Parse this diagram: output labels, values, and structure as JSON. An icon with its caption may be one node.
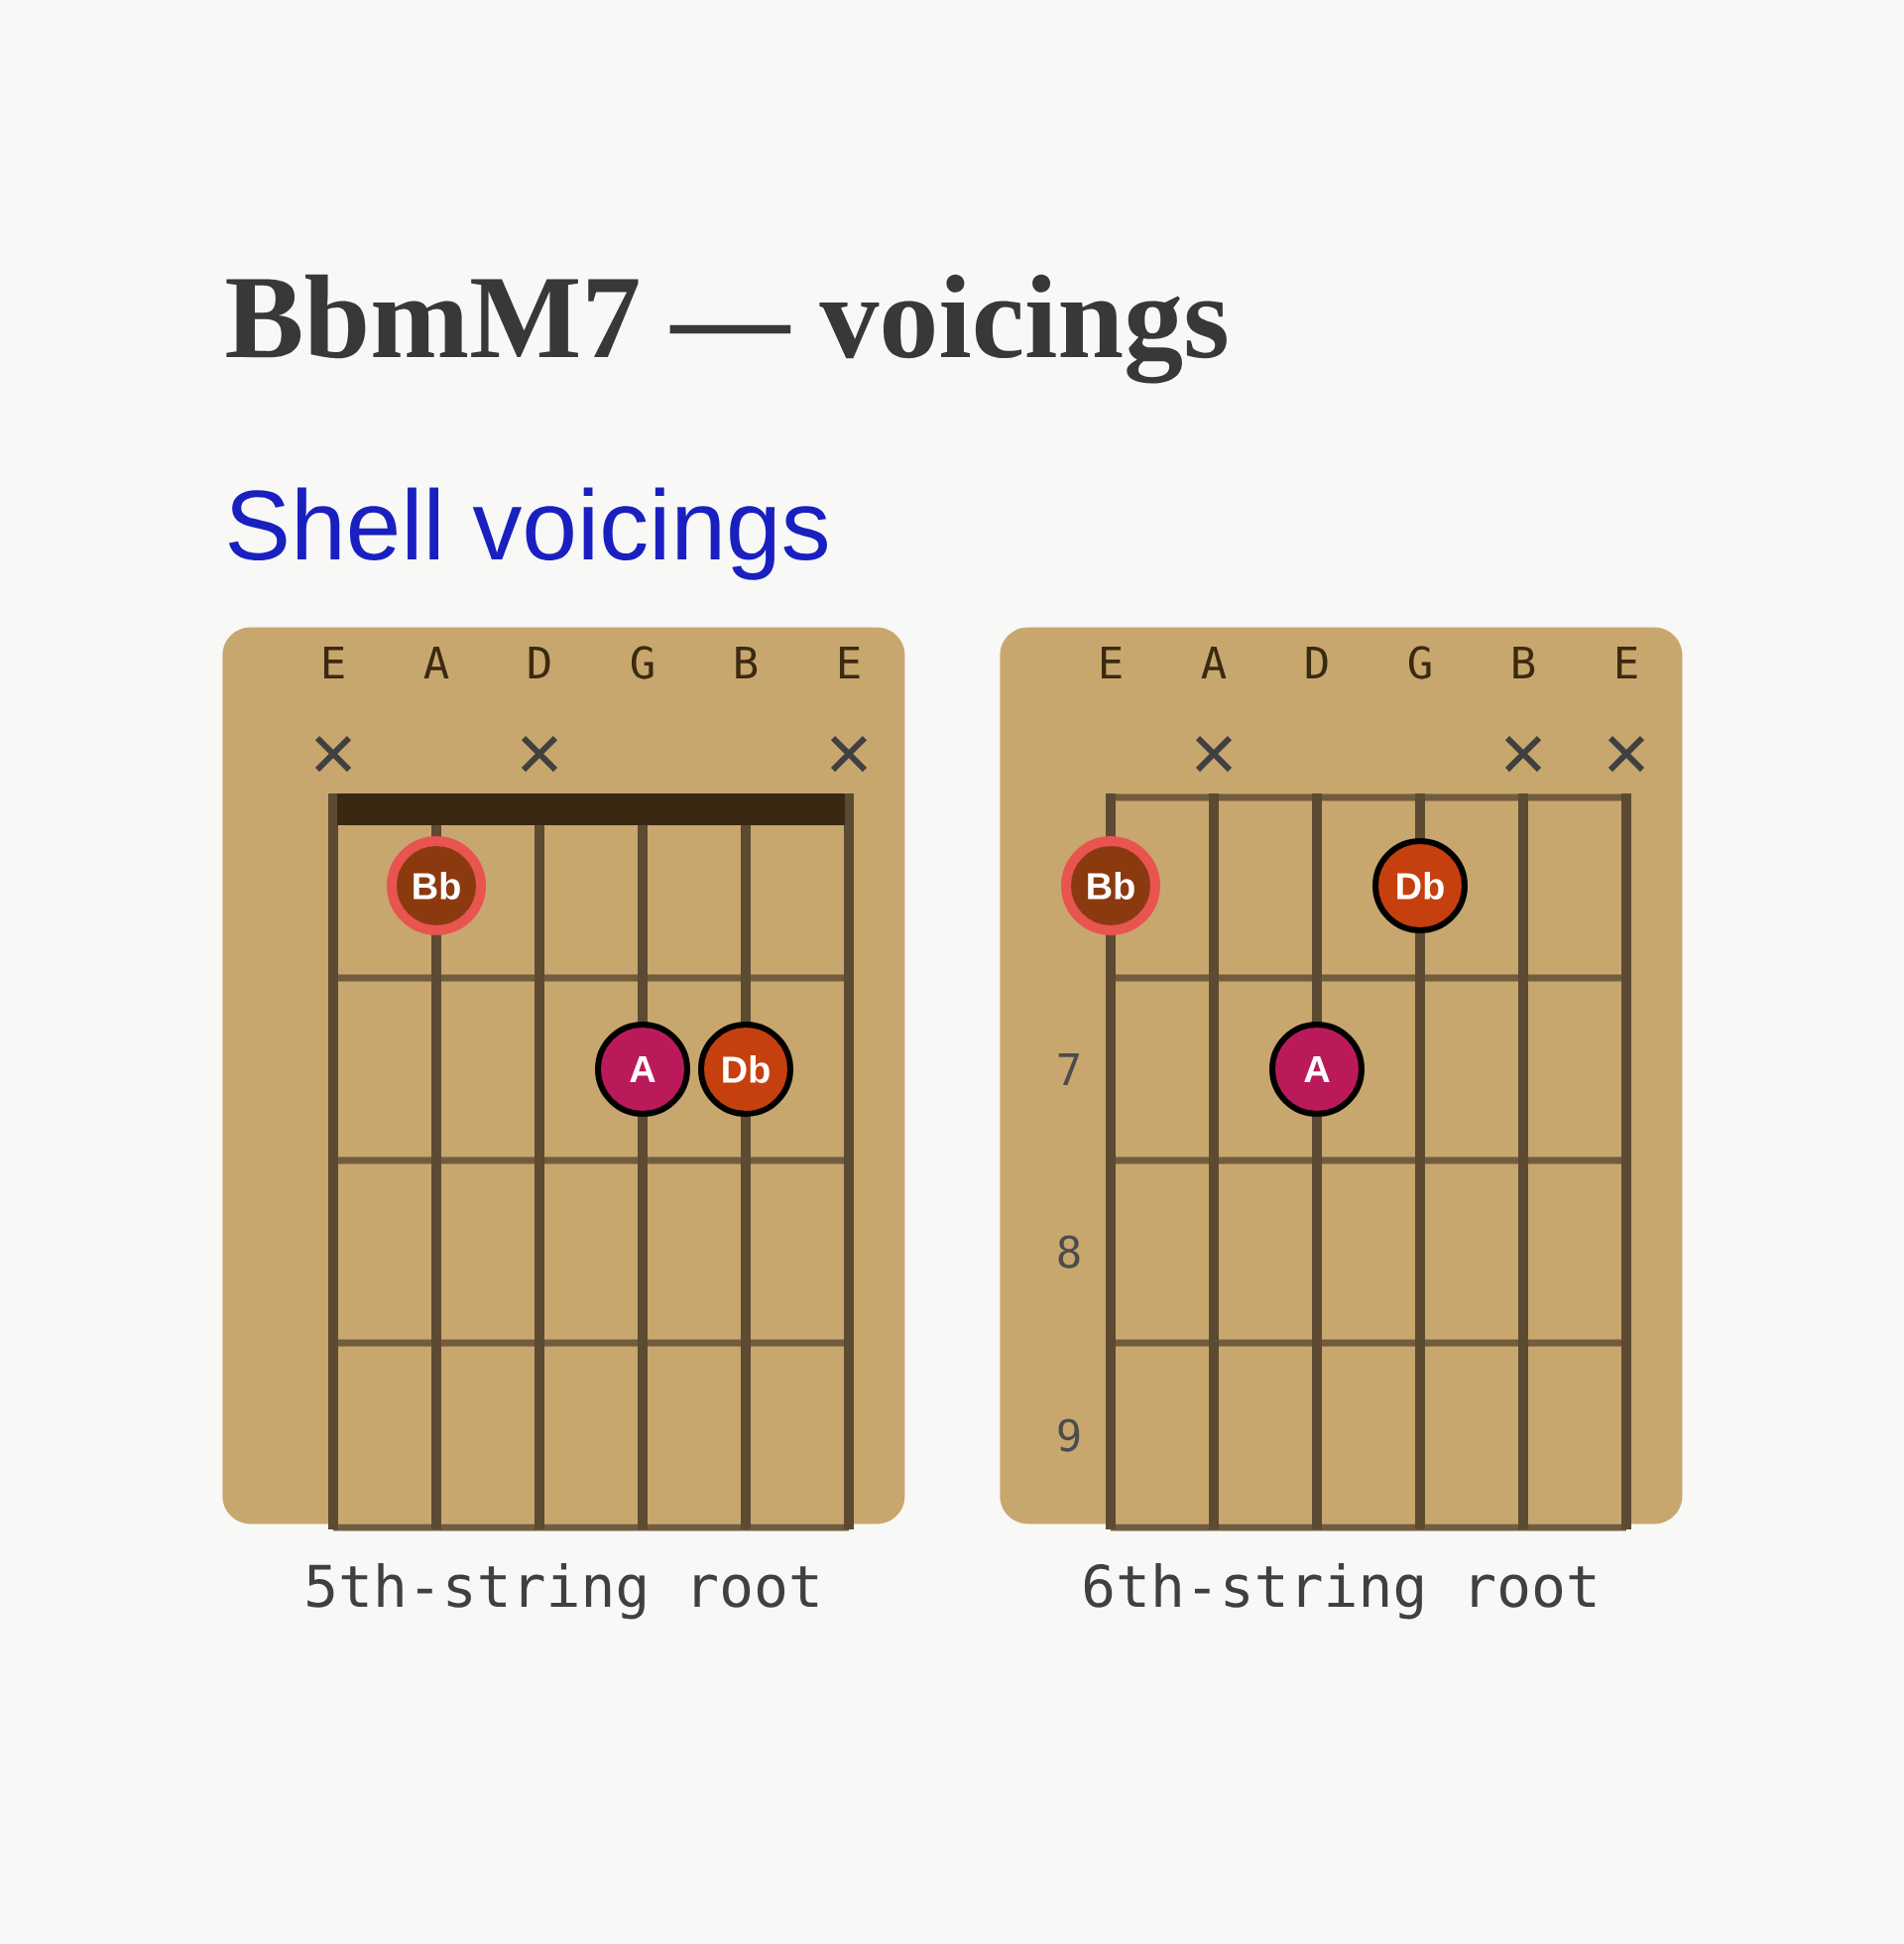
{
  "diagram": {
    "title": "BbmM7 — voicings",
    "nodes": [
      {
        "text": [
          "E",
          "A",
          "D",
          "G",
          "B",
          "E"
        ],
        "beside": [
          "5th-string root"
        ]
      },
      {
        "text": [
          "Bb"
        ],
        "in": 0
      },
      {
        "text": [
          "A"
        ],
        "in": 0
      },
      {
        "text": [
          "Db"
        ],
        "in": 0
      },
      {
        "text": [
          "E",
          "A",
          "D",
          "G",
          "B",
          "E",
          "7",
          "8",
          "9"
        ],
        "beside": [
          "6th-string root"
        ]
      },
      {
        "text": [
          "Bb"
        ],
        "in": 4
      },
      {
        "text": [
          "Db"
        ],
        "in": 4
      },
      {
        "text": [
          "A"
        ],
        "in": 4
      }
    ],
    "labels": [
      "Shell voicings"
    ]
  }
}
